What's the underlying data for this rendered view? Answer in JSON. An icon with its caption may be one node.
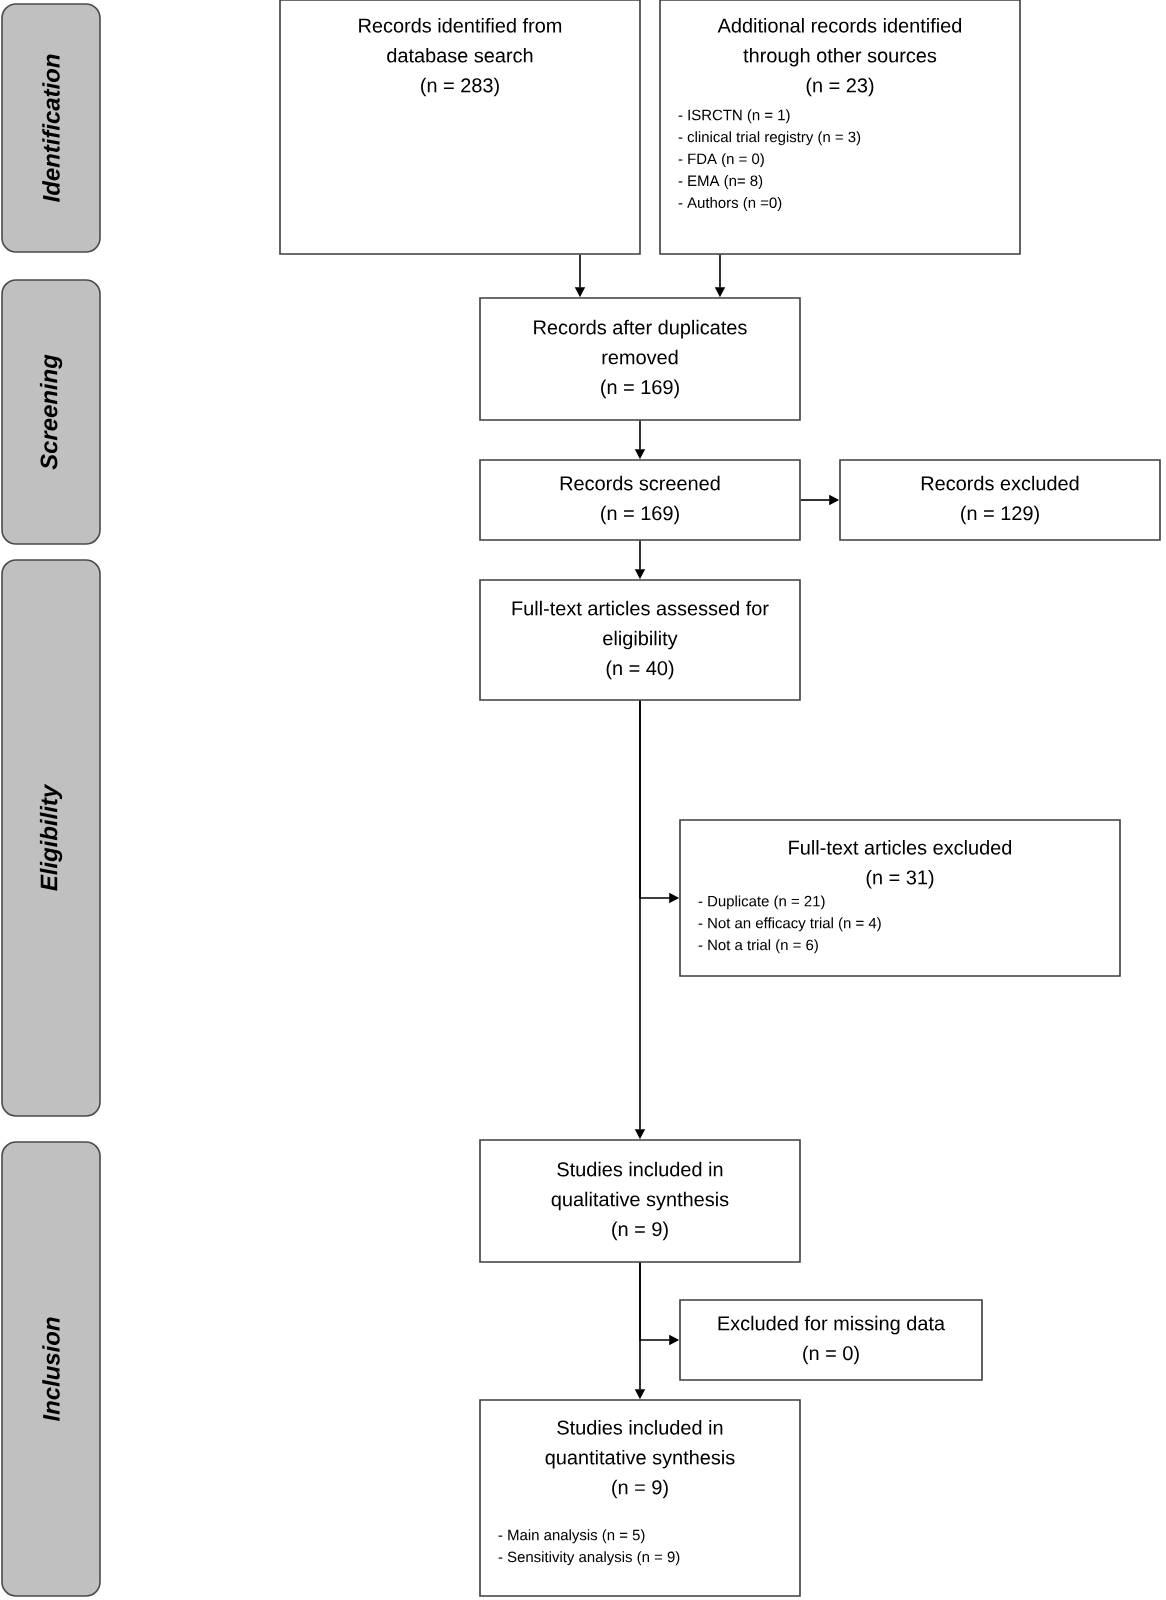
{
  "diagram": {
    "nodes": [
      {
        "text": [
          "Identification"
        ]
      },
      {
        "text": [
          "Records identified from database search",
          "(n = 283)"
        ]
      },
      {
        "text": [
          "Additional records identified through other sources",
          "(n = 23)",
          "- ISRCTN (n = 1)",
          "- clinical trial registry (n = 3)",
          "- FDA (n = 0)",
          "- EMA (n= 8)",
          "- Authors (n =0)"
        ]
      },
      {
        "text": [
          "Screening"
        ]
      },
      {
        "text": [
          "Records after duplicates removed",
          "(n = 169)"
        ]
      },
      {
        "text": [
          "Records screened",
          "(n = 169)"
        ]
      },
      {
        "text": [
          "Records excluded",
          "(n = 129)"
        ]
      },
      {
        "text": [
          "Eligibility"
        ]
      },
      {
        "text": [
          "Full-text articles assessed for eligibility",
          "(n = 40)"
        ]
      },
      {
        "text": [
          "Full-text articles excluded",
          "(n = 31)",
          "- Duplicate (n = 21)",
          "- Not an efficacy trial (n = 4)",
          "- Not a trial (n = 6)"
        ]
      },
      {
        "text": [
          "Inclusion"
        ]
      },
      {
        "text": [
          "Studies included in qualitative synthesis",
          "(n = 9)"
        ]
      },
      {
        "text": [
          "Excluded for missing data",
          "(n = 0)"
        ]
      },
      {
        "text": [
          "Studies included in quantitative synthesis",
          "(n = 9)",
          "- Main analysis (n = 5)",
          "- Sensitivity analysis (n = 9)"
        ]
      }
    ],
    "edges": [
      {
        "from": 1,
        "to": 4,
        "arrow": "to"
      },
      {
        "from": 2,
        "to": 4,
        "arrow": "to"
      },
      {
        "from": 4,
        "to": 5,
        "arrow": "to"
      },
      {
        "from": 5,
        "to": 6,
        "arrow": "to"
      },
      {
        "from": 5,
        "to": 8,
        "arrow": "to"
      },
      {
        "from": 8,
        "to": 9,
        "arrow": "to"
      },
      {
        "from": 8,
        "to": 11,
        "arrow": "to"
      },
      {
        "from": 11,
        "to": 12,
        "arrow": "to"
      },
      {
        "from": 11,
        "to": 13,
        "arrow": "to"
      }
    ]
  }
}
